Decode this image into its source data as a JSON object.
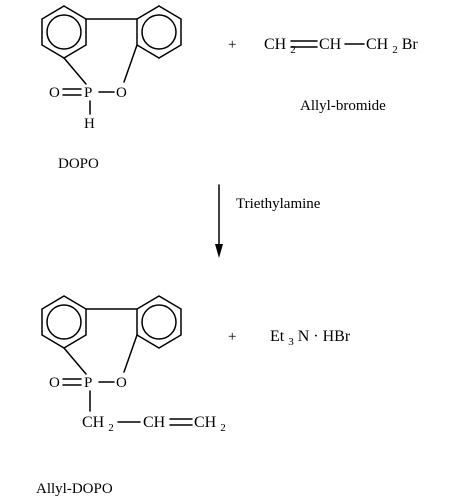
{
  "reactants": {
    "dopo_label": "DOPO",
    "dopo_atoms": {
      "o_double": "O",
      "p": "P",
      "o_ring": "O",
      "h": "H"
    },
    "plus_1": "+",
    "allyl_bromide_formula": {
      "part1": "CH",
      "sub1": "2",
      "part2": "CH",
      "part3": "CH",
      "sub3": "2",
      "part4": "Br"
    },
    "allyl_bromide_label": "Allyl-bromide"
  },
  "arrow": {
    "reagent": "Triethylamine"
  },
  "products": {
    "allyl_dopo_label": "Allyl-DOPO",
    "allyl_dopo_atoms": {
      "o_double": "O",
      "p": "P",
      "o_ring": "O"
    },
    "allyl_chain": {
      "part1": "CH",
      "sub1": "2",
      "part2": "CH",
      "part3": "CH",
      "sub3": "2"
    },
    "plus_2": "+",
    "byproduct": {
      "part1": "Et",
      "sub1": "3",
      "part2": "N",
      "dot": "·",
      "part3": "HBr"
    }
  }
}
